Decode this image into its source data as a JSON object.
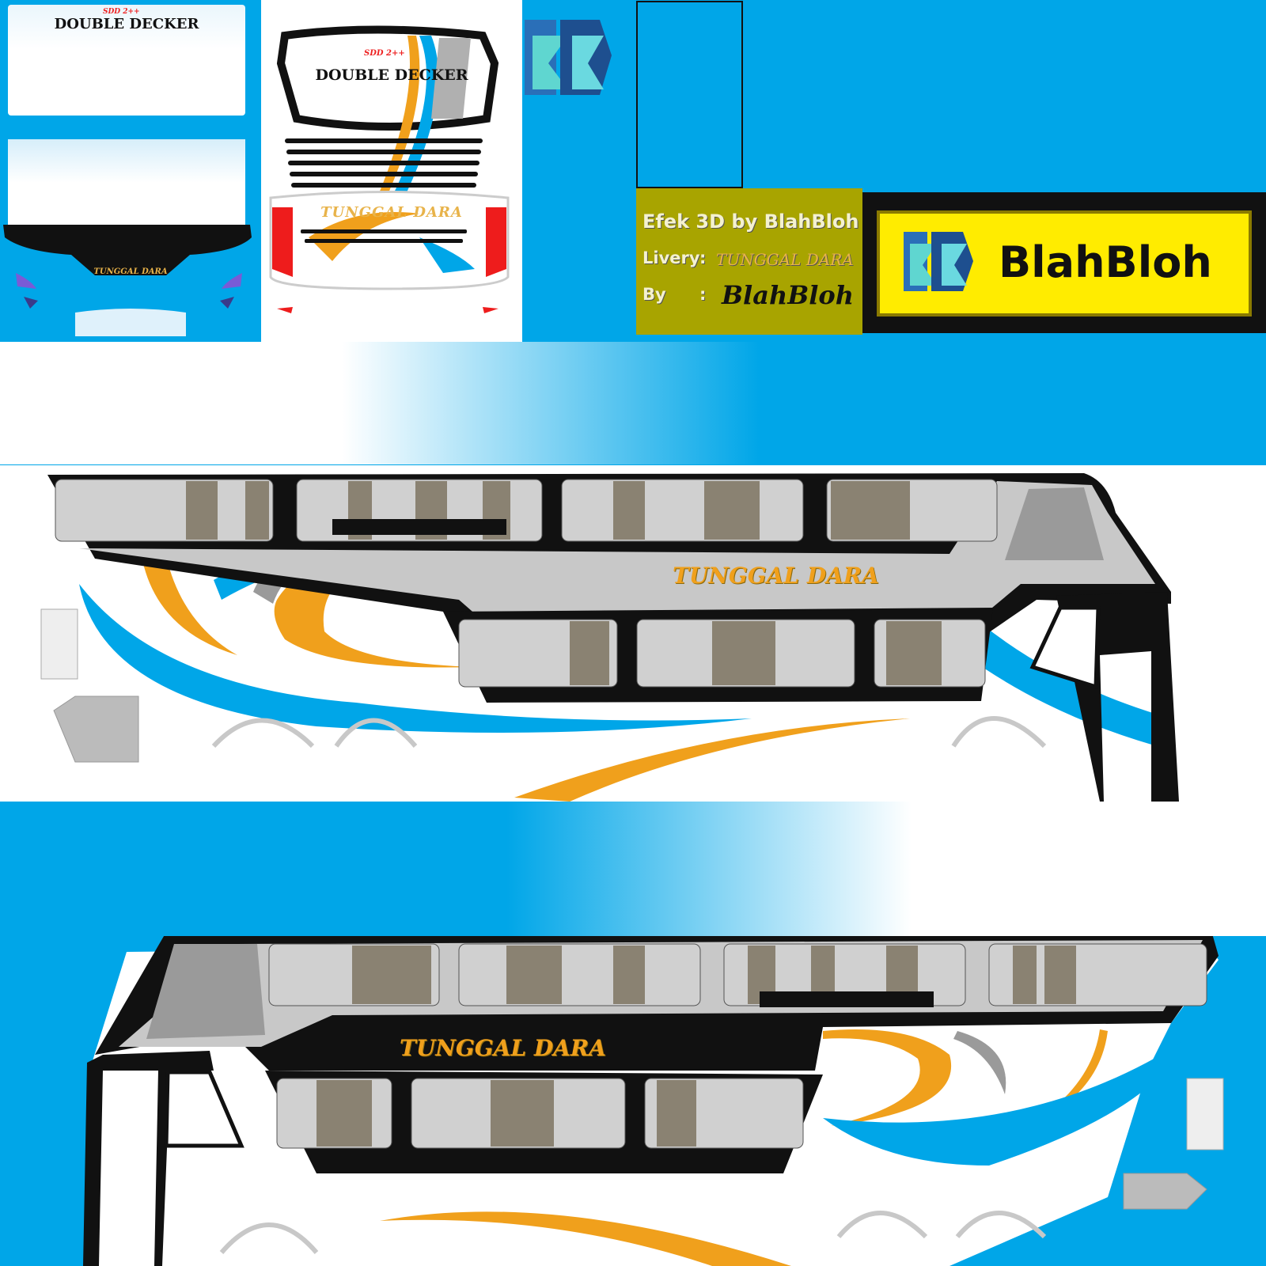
{
  "front_panel": {
    "windshield_brand_top": "SDD 2++",
    "windshield_label": "DOUBLE DECKER",
    "grille_operator": "TUNGGAL DARA"
  },
  "rear_panel": {
    "brand_top": "SDD 2++",
    "label": "DOUBLE DECKER",
    "operator": "TUNGGAL DARA"
  },
  "credits": {
    "effect_line": "Efek 3D by BlahBloh",
    "livery_label": "Livery",
    "livery_value": "TUNGGAL DARA",
    "by_label": "By",
    "by_value": "BlahBloh",
    "separator": ":"
  },
  "brand_badge": {
    "name": "BlahBloh"
  },
  "bus_side_right": {
    "operator": "TUNGGAL DARA"
  },
  "bus_side_left": {
    "operator": "TUNGGAL DARA"
  },
  "colors": {
    "sky_blue": "#00a6e8",
    "orange_stripe": "#f0a01c",
    "grey_stripe": "#9a9a9a",
    "frame_black": "#111111",
    "credit_bg": "#a8a400",
    "badge_yellow": "#ffec00",
    "tail_red": "#ee1c1c"
  }
}
